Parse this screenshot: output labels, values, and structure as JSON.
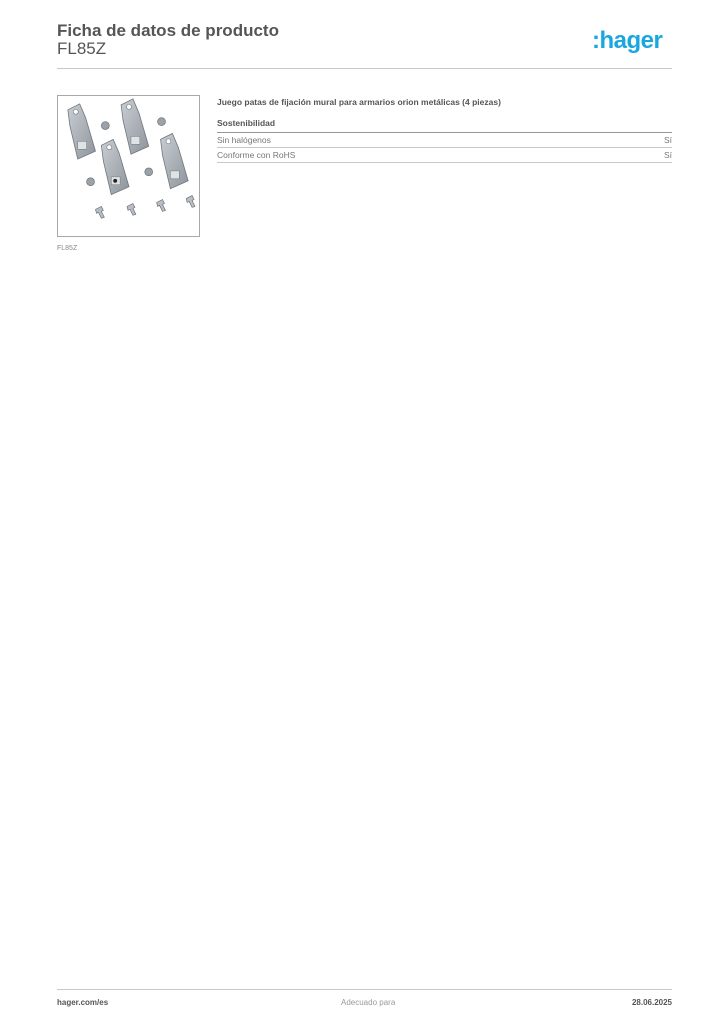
{
  "header": {
    "title": "Ficha de datos de producto",
    "product_code": "FL85Z",
    "logo_text": ":hager",
    "logo_color": "#1aa7e0"
  },
  "product": {
    "image_label": "product-photo-wall-mounting-brackets",
    "image_caption": "FL85Z",
    "description": "Juego patas de fijación mural para armarios orion metálicas (4 piezas)"
  },
  "sections": [
    {
      "title": "Sostenibilidad",
      "rows": [
        {
          "label": "Sin halógenos",
          "value": "Sí"
        },
        {
          "label": "Conforme con RoHS",
          "value": "Sí"
        }
      ]
    }
  ],
  "footer": {
    "website": "hager.com/es",
    "center_text": "Adecuado para",
    "date": "28.06.2025"
  }
}
